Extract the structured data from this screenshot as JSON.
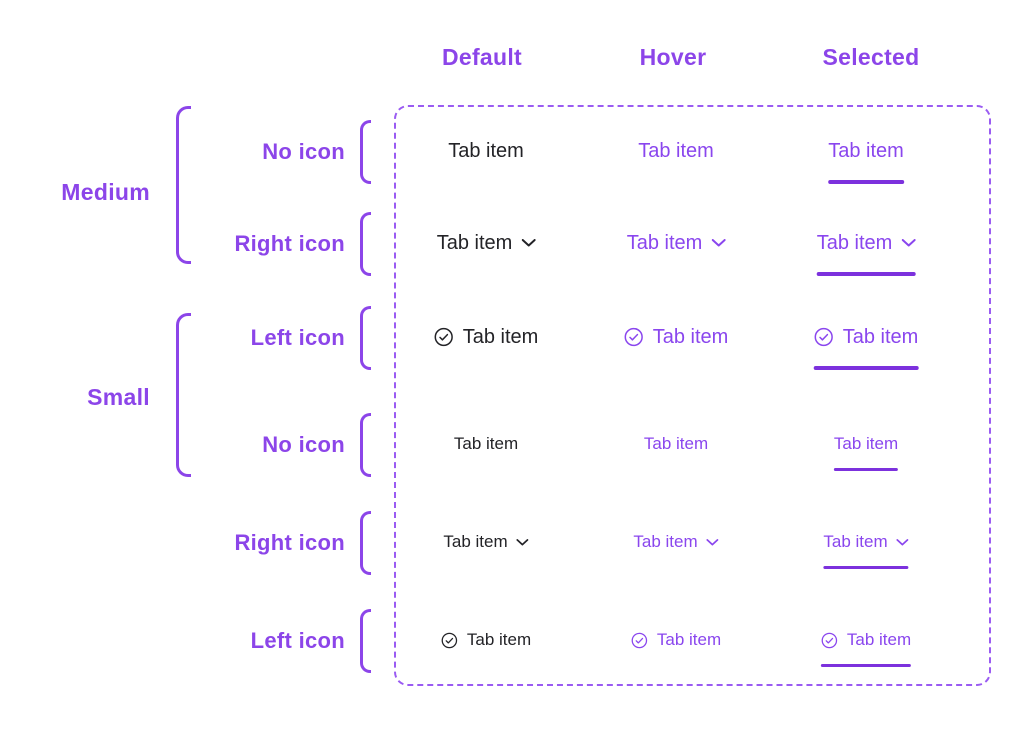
{
  "palette": {
    "label_purple": "#8C45E9",
    "bracket_purple": "#8C45E9",
    "tab_purple": "#8A46EE",
    "underline_purple": "#7C31DD",
    "dashed_border": "#9A5BF2",
    "default_text": "#232327",
    "background": "#FFFFFF"
  },
  "columns": [
    {
      "label": "Default"
    },
    {
      "label": "Hover"
    },
    {
      "label": "Selected"
    }
  ],
  "groups": [
    {
      "label": "Medium"
    },
    {
      "label": "Small"
    }
  ],
  "states": [
    "default",
    "hover",
    "selected"
  ],
  "rows": [
    {
      "label": "No icon",
      "size": "medium",
      "icon": "none",
      "tab_label": "Tab item"
    },
    {
      "label": "Right icon",
      "size": "medium",
      "icon": "chevron-down",
      "tab_label": "Tab item"
    },
    {
      "label": "Left icon",
      "size": "medium",
      "icon": "check-circle",
      "tab_label": "Tab item"
    },
    {
      "label": "No icon",
      "size": "small",
      "icon": "none",
      "tab_label": "Tab item"
    },
    {
      "label": "Right icon",
      "size": "small",
      "icon": "chevron-down",
      "tab_label": "Tab item"
    },
    {
      "label": "Left icon",
      "size": "small",
      "icon": "check-circle",
      "tab_label": "Tab item"
    }
  ]
}
